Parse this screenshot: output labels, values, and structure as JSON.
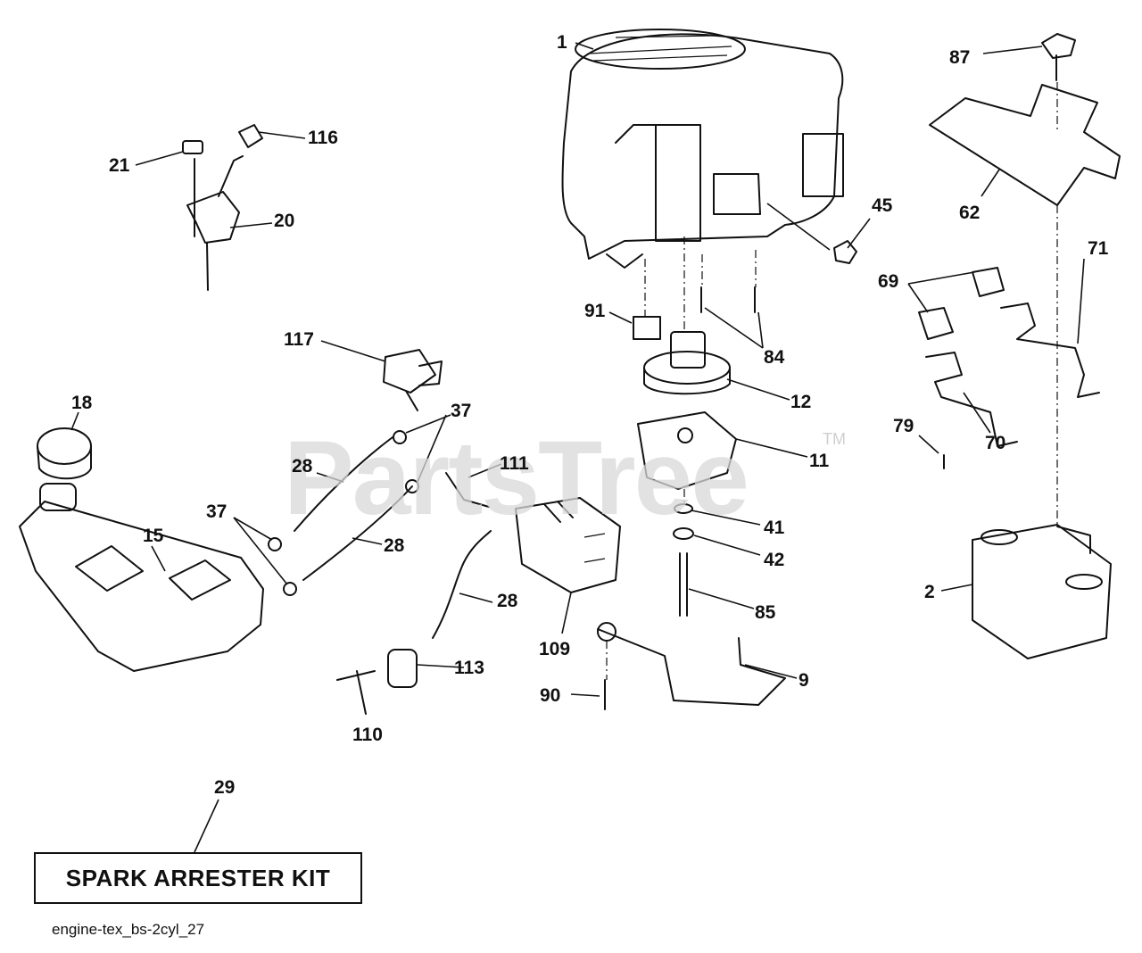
{
  "watermark": "PartsTree",
  "trademark": "TM",
  "callouts": [
    {
      "id": "1",
      "text": "1"
    },
    {
      "id": "87",
      "text": "87"
    },
    {
      "id": "116",
      "text": "116"
    },
    {
      "id": "21",
      "text": "21"
    },
    {
      "id": "20",
      "text": "20"
    },
    {
      "id": "45",
      "text": "45"
    },
    {
      "id": "62",
      "text": "62"
    },
    {
      "id": "71",
      "text": "71"
    },
    {
      "id": "69",
      "text": "69"
    },
    {
      "id": "91",
      "text": "91"
    },
    {
      "id": "84",
      "text": "84"
    },
    {
      "id": "117",
      "text": "117"
    },
    {
      "id": "12",
      "text": "12"
    },
    {
      "id": "18",
      "text": "18"
    },
    {
      "id": "37a",
      "text": "37"
    },
    {
      "id": "79",
      "text": "79"
    },
    {
      "id": "70",
      "text": "70"
    },
    {
      "id": "28a",
      "text": "28"
    },
    {
      "id": "111",
      "text": "111"
    },
    {
      "id": "11",
      "text": "11"
    },
    {
      "id": "37b",
      "text": "37"
    },
    {
      "id": "15",
      "text": "15"
    },
    {
      "id": "41",
      "text": "41"
    },
    {
      "id": "28b",
      "text": "28"
    },
    {
      "id": "42",
      "text": "42"
    },
    {
      "id": "2",
      "text": "2"
    },
    {
      "id": "28c",
      "text": "28"
    },
    {
      "id": "85",
      "text": "85"
    },
    {
      "id": "109",
      "text": "109"
    },
    {
      "id": "113",
      "text": "113"
    },
    {
      "id": "9",
      "text": "9"
    },
    {
      "id": "90",
      "text": "90"
    },
    {
      "id": "110",
      "text": "110"
    },
    {
      "id": "29",
      "text": "29"
    }
  ],
  "kit_label": "SPARK ARRESTER KIT",
  "caption": "engine-tex_bs-2cyl_27"
}
